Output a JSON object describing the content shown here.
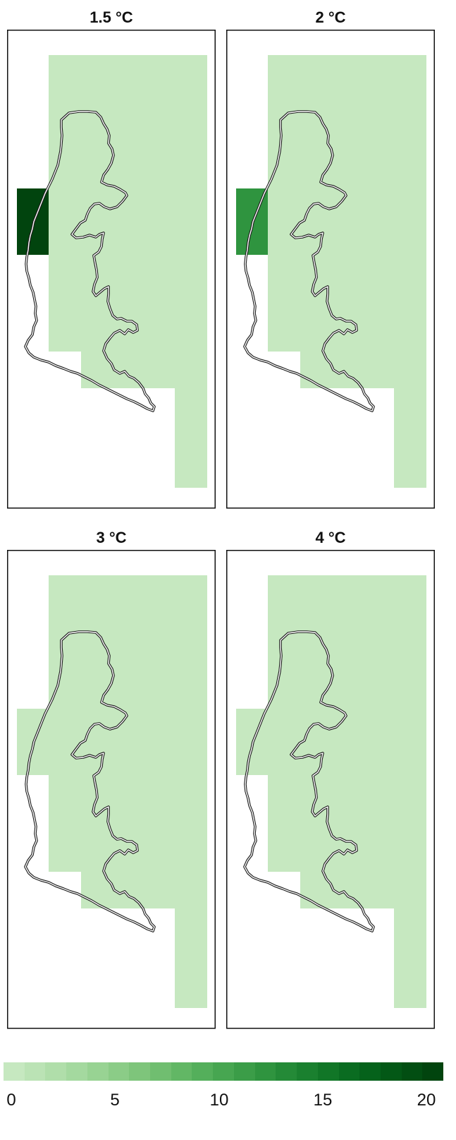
{
  "panels": [
    {
      "title": "1.5 °C",
      "highlight_level": 20
    },
    {
      "title": "2 °C",
      "highlight_level": 12
    },
    {
      "title": "3 °C",
      "highlight_level": 0
    },
    {
      "title": "4 °C",
      "highlight_level": 0
    }
  ],
  "base_level": 0,
  "colorbar": {
    "min": 0,
    "max": 20,
    "ticks": [
      "0",
      "5",
      "10",
      "15",
      "20"
    ],
    "colors": [
      "#c6e8c0",
      "#bbe3b5",
      "#b0deaa",
      "#a4d99f",
      "#98d393",
      "#8bcc87",
      "#7ec57b",
      "#70be70",
      "#62b765",
      "#54af5b",
      "#47a651",
      "#3b9d48",
      "#2f943f",
      "#248a37",
      "#1a802f",
      "#117627",
      "#0a6c21",
      "#05621b",
      "#035816",
      "#024e12",
      "#01440e"
    ]
  }
}
